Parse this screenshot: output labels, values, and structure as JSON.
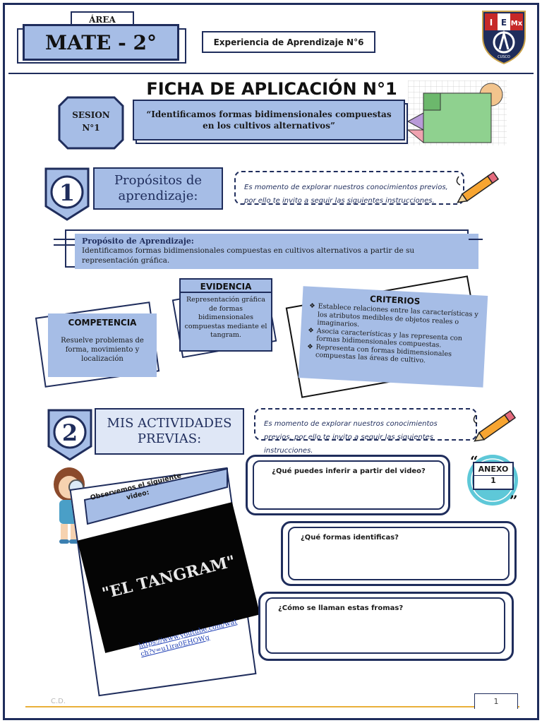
{
  "header": {
    "area_label": "ÁREA",
    "subject": "MATE - 2°",
    "experience": "Experiencia de Aprendizaje N°6",
    "logo_letters": [
      "I",
      "E",
      "Mx"
    ],
    "logo_text": "CUSCO"
  },
  "title": "FICHA DE APLICACIÓN N°1",
  "session": {
    "label": "SESION",
    "number": "N°1",
    "theme": "“Identificamos formas bidimensionales compuestas en los cultivos alternativos”"
  },
  "section1": {
    "number": "1",
    "title": "Propósitos de aprendizaje:",
    "note": "Es momento de explorar nuestros conocimientos previos, por ello te invito a seguir las siguientes instrucciones."
  },
  "purpose": {
    "label": "Propósito de Aprendizaje:",
    "text": "Identificamos formas bidimensionales compuestas en cultivos alternativos a partir de su representación gráfica."
  },
  "competencia": {
    "title": "COMPETENCIA",
    "text": "Resuelve problemas de forma, movimiento y localización"
  },
  "evidencia": {
    "title": "EVIDENCIA",
    "text": "Representación gráfica de formas bidimensionales compuestas mediante el tangram."
  },
  "criterios": {
    "title": "CRITERIOS",
    "items": [
      "Establece relaciones entre las características y los atributos medibles de objetos reales o imaginarios.",
      "Asocia características y las representa con formas bidimensionales compuestas.",
      "Representa con formas bidimensionales compuestas las áreas de cultivo."
    ]
  },
  "section2": {
    "number": "2",
    "title": "MIS ACTIVIDADES PREVIAS:",
    "note": "Es momento de explorar nuestros conocimientos previos, por ello te invito a seguir las siguientes instrucciones."
  },
  "video": {
    "banner": "Observemos el siguiente video:",
    "thumbnail_text": "\"EL TANGRAM\"",
    "link": "https://www.youtube.com/watch?v=u1ira0EHOWg"
  },
  "questions": [
    "¿Qué puedes inferir a partir del video?",
    "¿Qué formas identificas?",
    "¿Cómo se llaman estas fromas?"
  ],
  "annex": {
    "label": "ANEXO",
    "number": "1"
  },
  "footer": {
    "initials": "C.D.",
    "page": "1"
  },
  "colors": {
    "navy": "#1f2d5c",
    "light_blue": "#a6bde6",
    "teal": "#5ec8d8",
    "footer_gold": "#e9b03a"
  }
}
